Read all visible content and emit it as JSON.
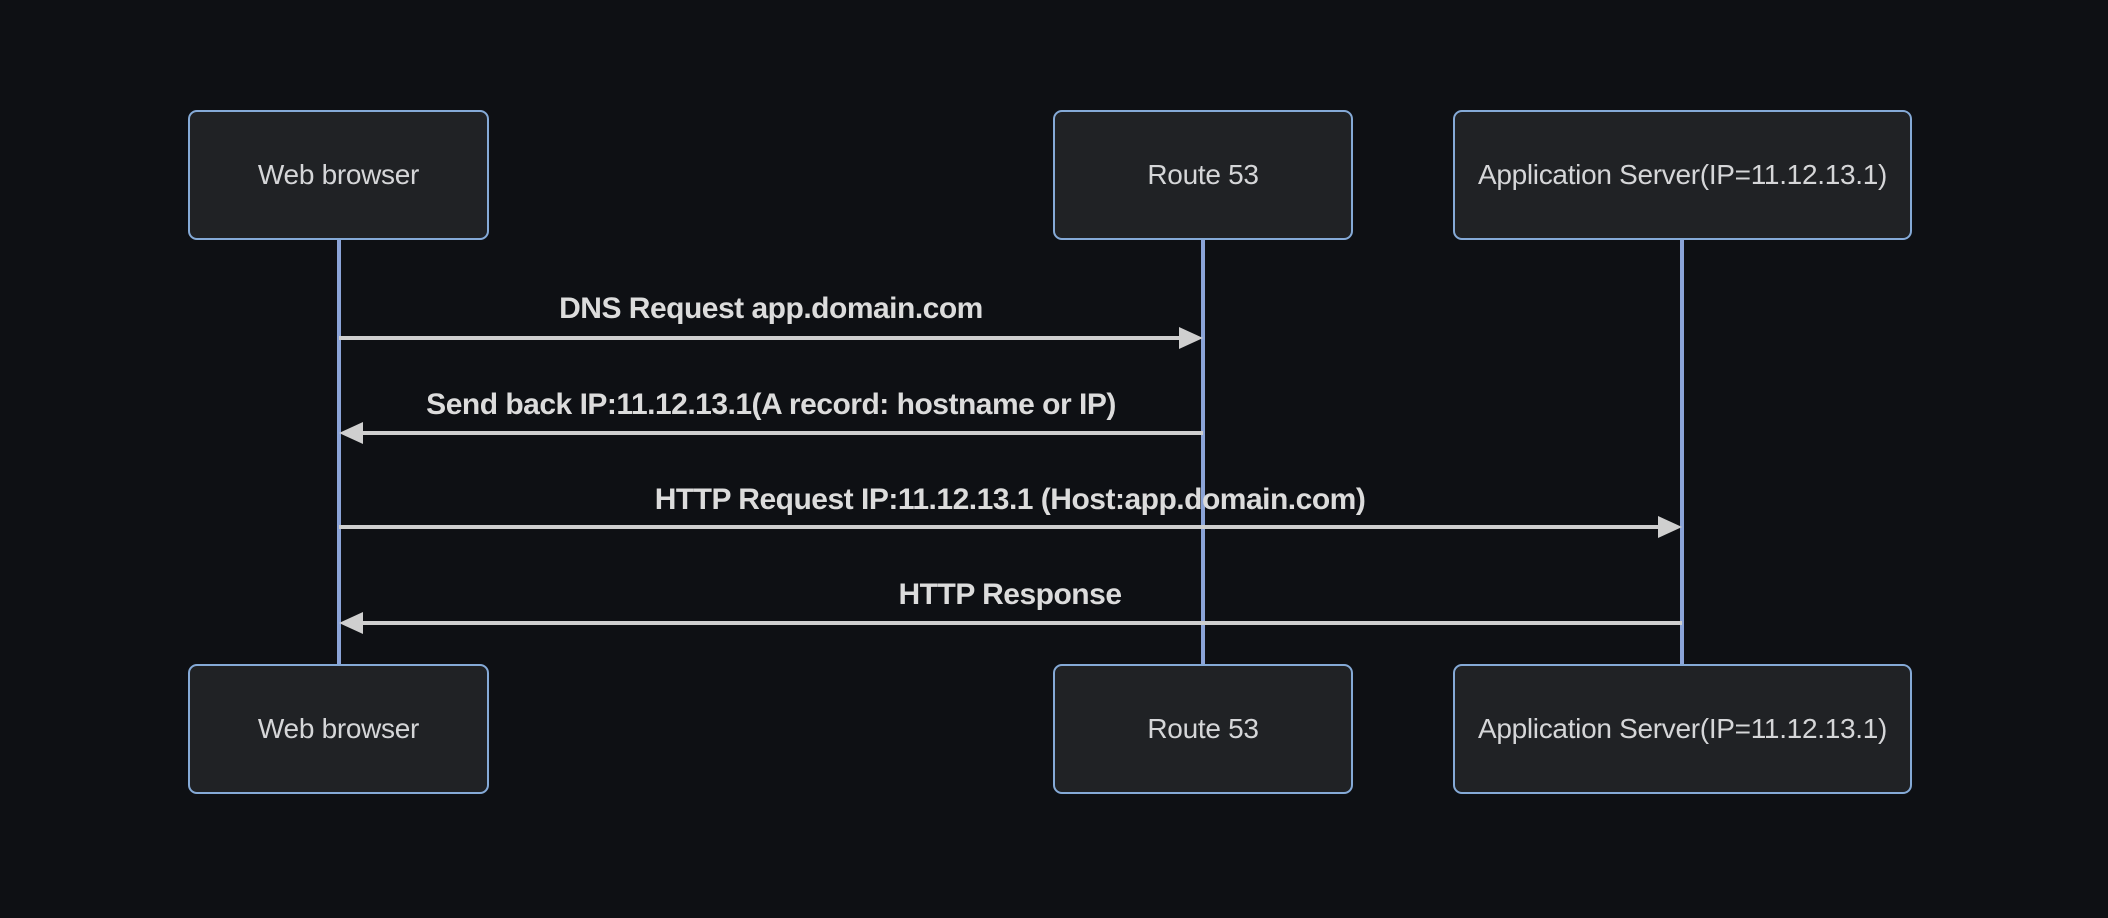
{
  "diagram": {
    "type": "sequence-diagram",
    "actors": [
      {
        "id": "web-browser",
        "label": "Web browser"
      },
      {
        "id": "route-53",
        "label": "Route 53"
      },
      {
        "id": "app-server",
        "label": "Application Server(IP=11.12.13.1)"
      }
    ],
    "messages": [
      {
        "from": "web-browser",
        "to": "route-53",
        "direction": "right",
        "arrow": "solid-filled",
        "label": "DNS Request app.domain.com"
      },
      {
        "from": "route-53",
        "to": "web-browser",
        "direction": "left",
        "arrow": "solid-filled",
        "label": "Send back IP:11.12.13.1(A record: hostname or IP)"
      },
      {
        "from": "web-browser",
        "to": "app-server",
        "direction": "right",
        "arrow": "solid-filled",
        "label": "HTTP Request IP:11.12.13.1 (Host:app.domain.com)"
      },
      {
        "from": "app-server",
        "to": "web-browser",
        "direction": "left",
        "arrow": "solid-filled",
        "label": "HTTP Response"
      }
    ],
    "colors": {
      "background": "#0e1014",
      "actor_fill": "#202225",
      "actor_border": "#85aad7",
      "actor_text": "#d5d6d8",
      "lifeline": "#8ba4d8",
      "message_line": "#cfcfcf",
      "message_text": "#dcdcdc"
    }
  }
}
